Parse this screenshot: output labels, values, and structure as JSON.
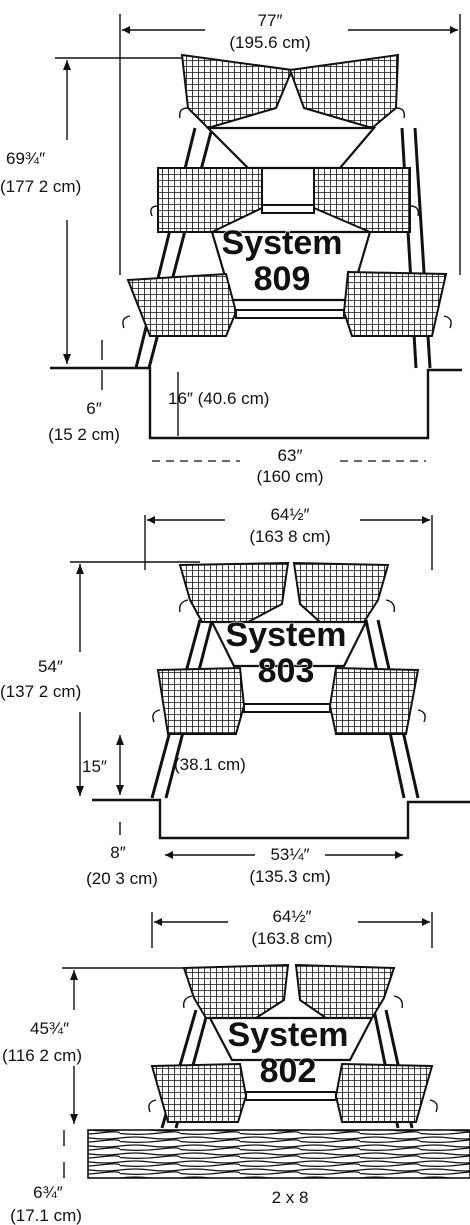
{
  "diagrams": [
    {
      "system_label_line1": "System",
      "system_label_line2": "809",
      "width_in": "77″",
      "width_cm": "(195.6 cm)",
      "height_in": "69¾″",
      "height_cm": "(177 2 cm)",
      "pit_depth_in": "6″",
      "pit_depth_cm": "(15 2 cm)",
      "clearance": "16″  (40.6 cm)",
      "pit_width_in": "63″",
      "pit_width_cm": "(160 cm)"
    },
    {
      "system_label_line1": "System",
      "system_label_line2": "803",
      "width_in": "64½″",
      "width_cm": "(163 8 cm)",
      "height_in": "54″",
      "height_cm": "(137 2 cm)",
      "clearance_in": "15″",
      "clearance_cm": "(38.1 cm)",
      "pit_depth_in": "8″",
      "pit_depth_cm": "(20 3 cm)",
      "pit_width_in": "53¼″",
      "pit_width_cm": "(135.3 cm)"
    },
    {
      "system_label_line1": "System",
      "system_label_line2": "802",
      "width_in": "64½″",
      "width_cm": "(163.8 cm)",
      "height_in": "45¾″",
      "height_cm": "(116 2 cm)",
      "base_in": "6¾″",
      "base_cm": "(17.1 cm)",
      "lumber_label": "2  x 8"
    }
  ]
}
